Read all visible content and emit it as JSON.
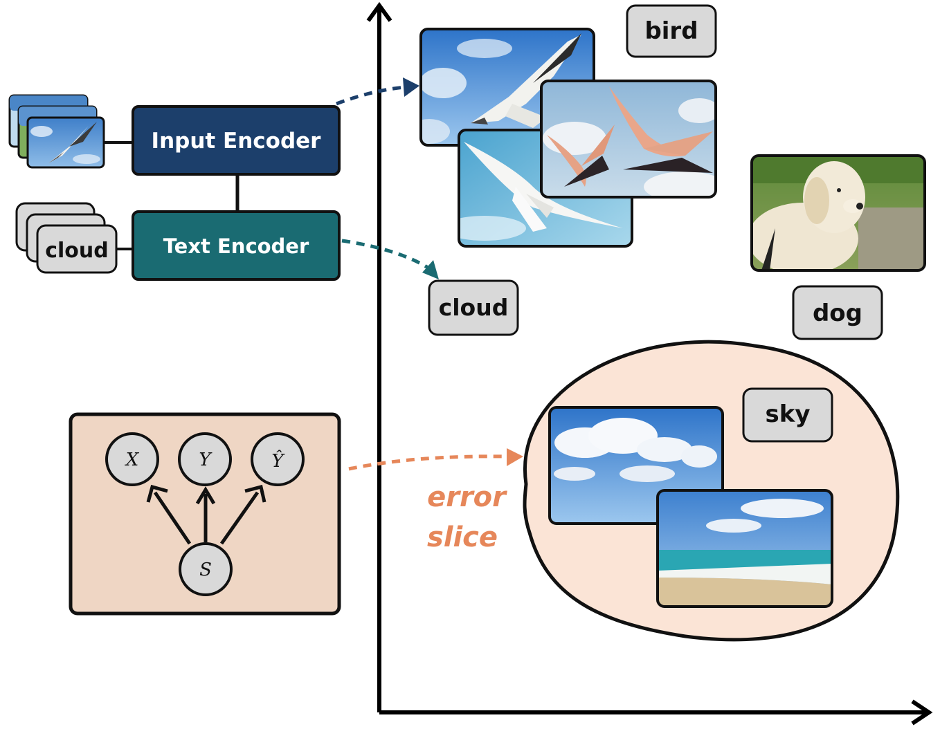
{
  "encoders": {
    "input_label": "Input Encoder",
    "text_label": "Text Encoder",
    "input_color": "#1c3f6b",
    "text_color": "#1a6b72"
  },
  "text_stack_label": "cloud",
  "embedding_labels": {
    "bird": "bird",
    "cloud": "cloud",
    "dog": "dog",
    "sky": "sky"
  },
  "graphical_model": {
    "nodes": {
      "x": "X",
      "y": "Y",
      "yhat": "Ŷ",
      "s": "S"
    },
    "panel_color": "#efd6c4"
  },
  "error_slice": {
    "line1": "error",
    "line2": "slice",
    "color": "#e6875a",
    "region_color": "#fbe4d6"
  },
  "images": {
    "input_stack": "seagull-photo",
    "bird_cluster": [
      "seagull-photo",
      "spoonbills-photo",
      "white-gull-photo"
    ],
    "dog": "golden-retriever-photo",
    "sky_cluster": [
      "cloudy-sky-photo",
      "beach-photo"
    ]
  }
}
